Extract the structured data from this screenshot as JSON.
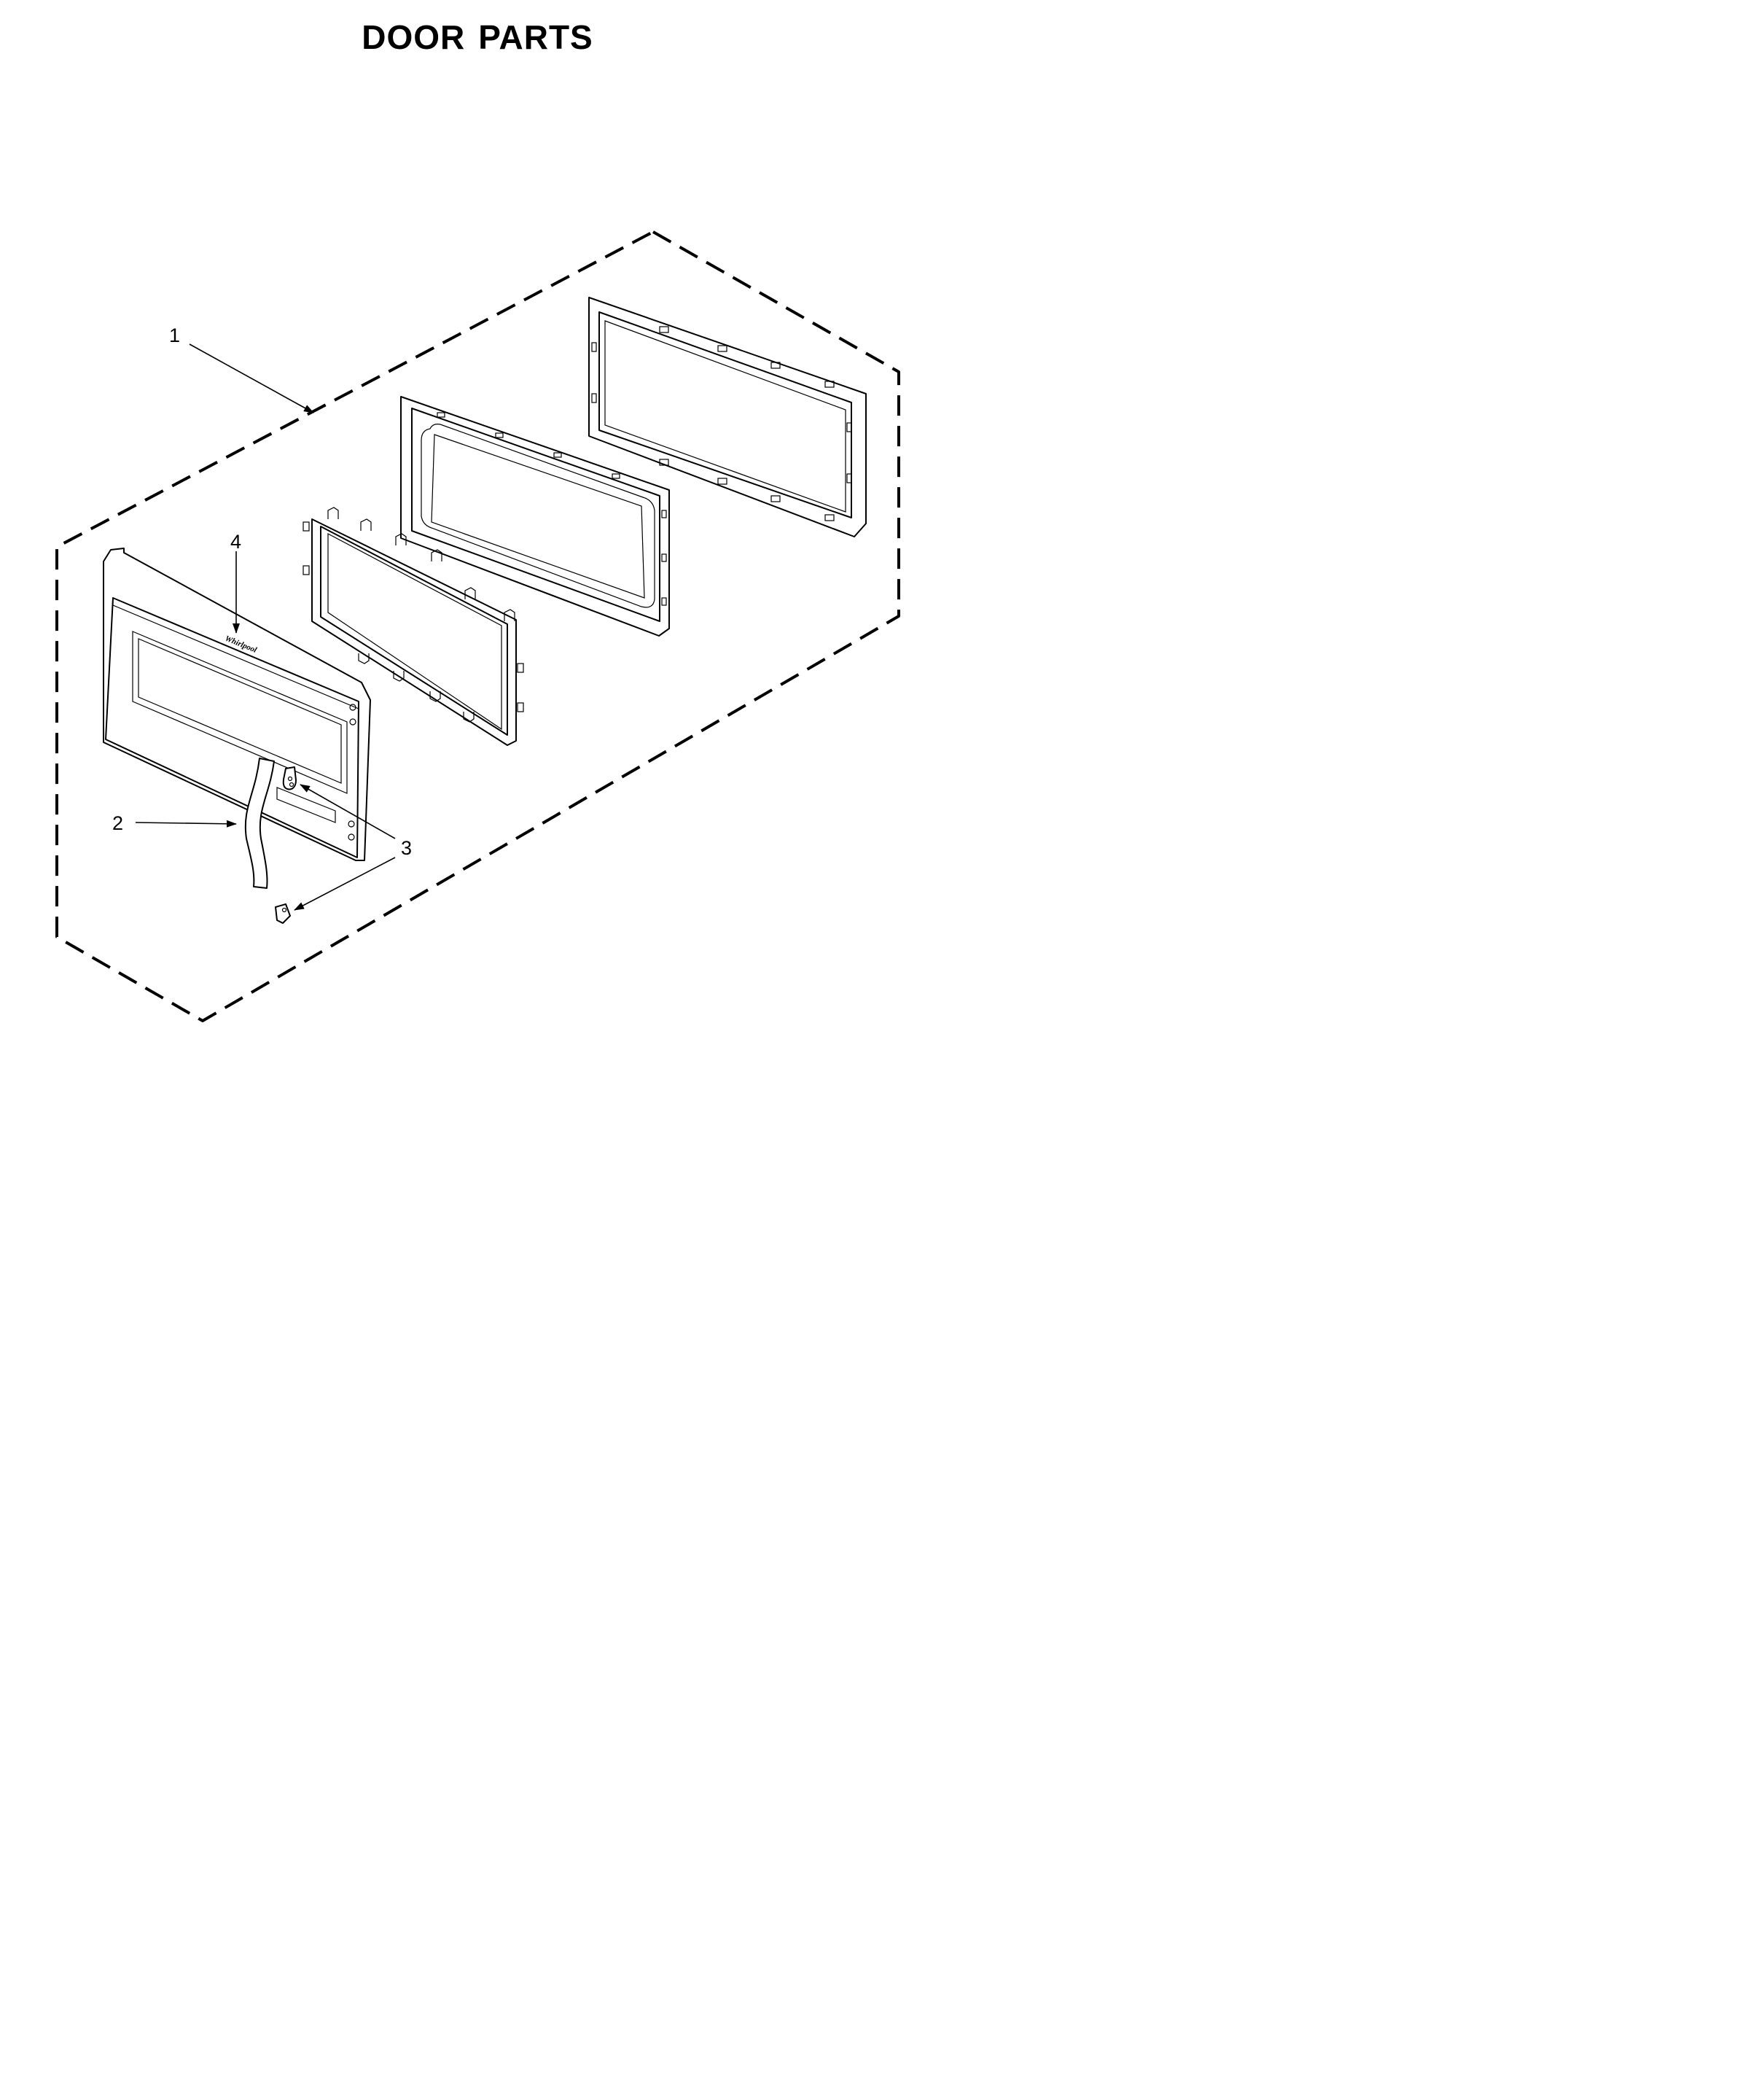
{
  "title": {
    "word1": "DOOR",
    "word2": "PARTS"
  },
  "callouts": [
    {
      "id": "1",
      "label": "1"
    },
    {
      "id": "2",
      "label": "2"
    },
    {
      "id": "3",
      "label": "3"
    },
    {
      "id": "4",
      "label": "4"
    }
  ],
  "logo_text": "Whirlpool"
}
